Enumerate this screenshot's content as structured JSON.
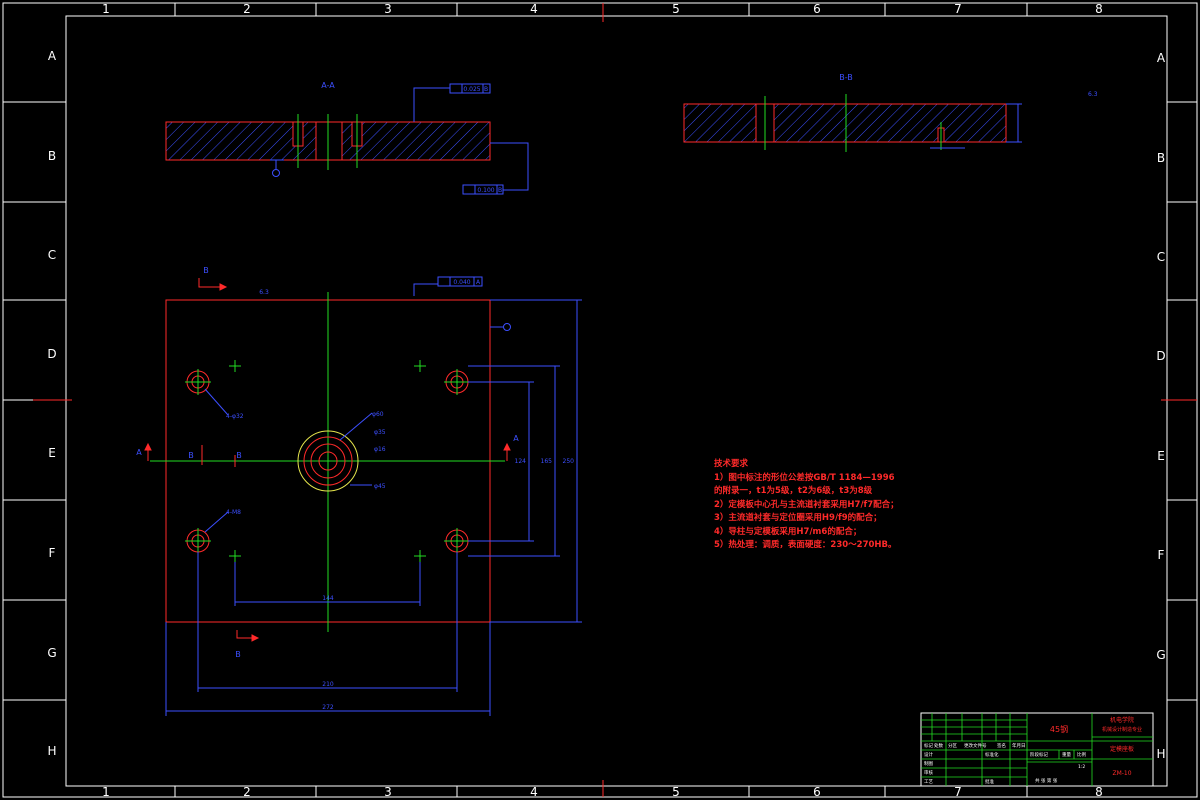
{
  "drawing": {
    "column_labels": [
      "1",
      "2",
      "3",
      "4",
      "5",
      "6",
      "7",
      "8"
    ],
    "row_labels": [
      "A",
      "B",
      "C",
      "D",
      "E",
      "F",
      "G",
      "H"
    ],
    "sections": {
      "aa_title": "A-A",
      "bb_title": "B-B",
      "aa_flatness_tol": "0.025",
      "aa_flatness_datum": "B",
      "aa_perp_tol": "0.100",
      "aa_perp_datum": "B",
      "plan_tol": "0.040",
      "plan_tol_datum": "A",
      "roughness_top": "6.3",
      "roughness_general": "6.3",
      "section_mark_a": "A",
      "section_mark_b": "B"
    },
    "dims": {
      "overall_width": "272",
      "hole_pitch_x": "210",
      "inner_pitch_x": "144",
      "overall_height": "250",
      "hole_pitch_y": "165",
      "inner_pitch_y": "124",
      "guide_holes": "4-φ32",
      "pin_holes": "4-M8",
      "center_hole_1": "φ60",
      "center_hole_2": "φ35",
      "center_hole_3": "φ16",
      "center_hole_4": "φ45"
    },
    "tech_requirements": {
      "title": "技术要求",
      "items": [
        "1）图中标注的形位公差按GB/T 1184—1996",
        "的附录一，t1为5级，t2为6级，t3为8级",
        "2）定模板中心孔与主流道衬套采用H7/f7配合；",
        "3）主流道衬套与定位圈采用H9/f9的配合；",
        "4）导柱与定模板采用H7/m6的配合；",
        "5）热处理：调质，表面硬度：230～270HB。"
      ]
    },
    "title_block": {
      "material": "45钢",
      "school_line1": "机电学院",
      "school_line2": "机械设计制造专业",
      "part_name": "定模座板",
      "drawing_no": "ZM-10",
      "rev_headers": [
        "标记",
        "处数",
        "分区",
        "更改文件号",
        "签名",
        "年月日"
      ],
      "roles": [
        "设计",
        "制图",
        "审核",
        "工艺"
      ],
      "std_label": "标准化",
      "approve_label": "批准",
      "stage_label": "阶段标记",
      "weight_label": "重量",
      "scale_label": "比例",
      "sheet_label": "共 张 第 张",
      "scale_value": "1:2"
    }
  }
}
